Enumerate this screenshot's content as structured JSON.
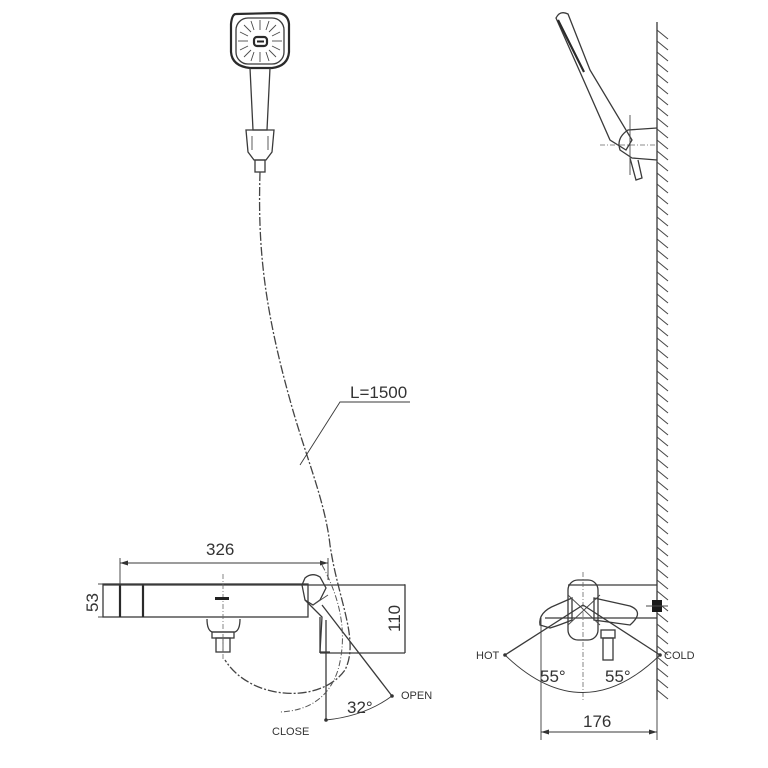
{
  "diagram": {
    "type": "technical-dimension-drawing",
    "subject": "bath/shower mixer with hand shower, hose and wall bracket",
    "views": {
      "front_view": {
        "hose_length_label": "L=1500",
        "dimensions": {
          "body_length": "326",
          "body_height": "53",
          "overall_height": "110"
        },
        "lever_rotation": {
          "angle": "32°",
          "close_label": "CLOSE",
          "open_label": "OPEN"
        }
      },
      "side_view": {
        "dimensions": {
          "projection": "176"
        },
        "lever_rotation": {
          "hot_angle": "55°",
          "cold_angle": "55°",
          "hot_label": "HOT",
          "cold_label": "COLD"
        }
      }
    },
    "colors": {
      "line": "#3a3a3a",
      "background": "#ffffff"
    }
  }
}
